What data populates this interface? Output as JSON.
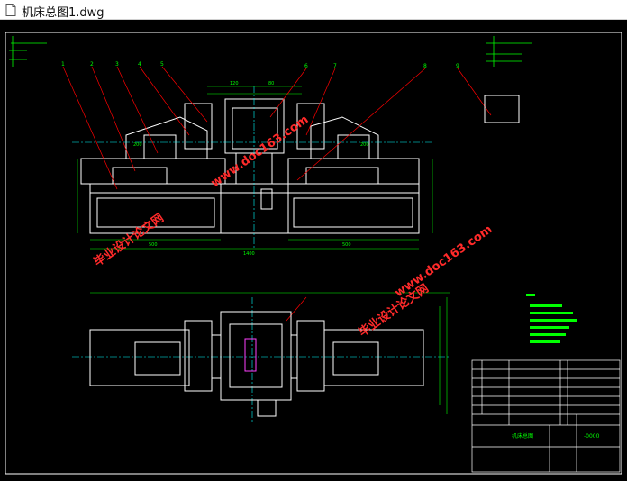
{
  "window": {
    "title": "机床总图1.dwg",
    "file_icon": "document-icon"
  },
  "drawing": {
    "background": "#000000",
    "colors": {
      "outline": "#ffffff",
      "dimension": "#00ff00",
      "leader": "#ff0000",
      "centerline": "#00ffff",
      "frame": "#ffffff",
      "watermark": "#ff2a2a"
    },
    "watermark": {
      "site": "www.doc163.com",
      "brand": "毕业设计论文网"
    },
    "title_block": {
      "drawing_name": "机床总图",
      "drawing_number": "-0000"
    },
    "balloons": [
      "1",
      "2",
      "3",
      "4",
      "5",
      "6",
      "7",
      "8",
      "9"
    ]
  }
}
